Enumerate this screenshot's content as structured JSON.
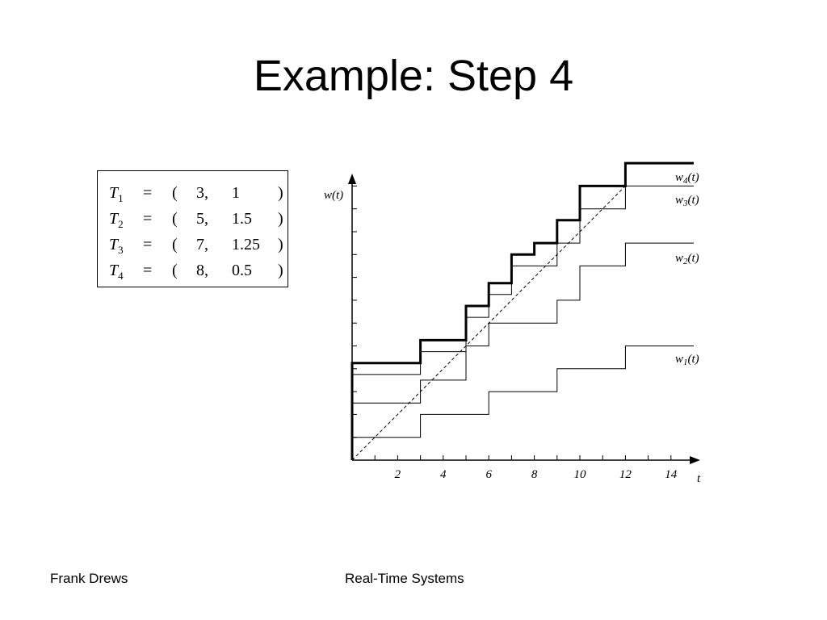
{
  "slide": {
    "title": "Example: Step 4"
  },
  "tasks": [
    {
      "name": "T",
      "index": "1",
      "eq": "=",
      "open": "(",
      "period": "3,",
      "exec": "1",
      "close": ")"
    },
    {
      "name": "T",
      "index": "2",
      "eq": "=",
      "open": "(",
      "period": "5,",
      "exec": "1.5",
      "close": ")"
    },
    {
      "name": "T",
      "index": "3",
      "eq": "=",
      "open": "(",
      "period": "7,",
      "exec": "1.25",
      "close": ")"
    },
    {
      "name": "T",
      "index": "4",
      "eq": "=",
      "open": "(",
      "period": "8,",
      "exec": "0.5",
      "close": ")"
    }
  ],
  "chart_data": {
    "type": "line",
    "xlabel": "t",
    "ylabel": "w(t)",
    "xlim": [
      0,
      15
    ],
    "ylim": [
      0,
      12.5
    ],
    "x_ticks": [
      2,
      4,
      6,
      8,
      10,
      12,
      14
    ],
    "grid": false,
    "series": [
      {
        "name": "w1(t)",
        "label_main": "w",
        "label_sub": "1",
        "label_tail": "(t)",
        "style": "thin",
        "points": [
          [
            0,
            1
          ],
          [
            3,
            1
          ],
          [
            3,
            2
          ],
          [
            6,
            2
          ],
          [
            6,
            3
          ],
          [
            9,
            3
          ],
          [
            9,
            4
          ],
          [
            12,
            4
          ],
          [
            12,
            5
          ],
          [
            15,
            5
          ]
        ]
      },
      {
        "name": "w2(t)",
        "label_main": "w",
        "label_sub": "2",
        "label_tail": "(t)",
        "style": "thin",
        "points": [
          [
            0,
            2.5
          ],
          [
            3,
            2.5
          ],
          [
            3,
            3.5
          ],
          [
            5,
            3.5
          ],
          [
            5,
            5
          ],
          [
            6,
            5
          ],
          [
            6,
            6
          ],
          [
            9,
            6
          ],
          [
            9,
            7
          ],
          [
            10,
            7
          ],
          [
            10,
            8.5
          ],
          [
            12,
            8.5
          ],
          [
            12,
            9.5
          ],
          [
            15,
            9.5
          ]
        ]
      },
      {
        "name": "w3(t)",
        "label_main": "w",
        "label_sub": "3",
        "label_tail": "(t)",
        "style": "thin",
        "points": [
          [
            0,
            3.75
          ],
          [
            3,
            3.75
          ],
          [
            3,
            4.75
          ],
          [
            5,
            4.75
          ],
          [
            5,
            6.25
          ],
          [
            6,
            6.25
          ],
          [
            6,
            7.25
          ],
          [
            7,
            7.25
          ],
          [
            7,
            8.5
          ],
          [
            9,
            8.5
          ],
          [
            9,
            9.5
          ],
          [
            10,
            9.5
          ],
          [
            10,
            11
          ],
          [
            12,
            11
          ],
          [
            12,
            12
          ],
          [
            15,
            12
          ]
        ]
      },
      {
        "name": "w4(t)",
        "label_main": "w",
        "label_sub": "4",
        "label_tail": "(t)",
        "style": "bold",
        "points": [
          [
            0,
            0
          ],
          [
            0,
            4.25
          ],
          [
            3,
            4.25
          ],
          [
            3,
            5.25
          ],
          [
            5,
            5.25
          ],
          [
            5,
            6.75
          ],
          [
            6,
            6.75
          ],
          [
            6,
            7.75
          ],
          [
            7,
            7.75
          ],
          [
            7,
            9
          ],
          [
            8,
            9
          ],
          [
            8,
            9.5
          ],
          [
            9,
            9.5
          ],
          [
            9,
            10.5
          ],
          [
            10,
            10.5
          ],
          [
            10,
            12
          ],
          [
            12,
            12
          ],
          [
            12,
            13
          ],
          [
            15,
            13
          ]
        ]
      },
      {
        "name": "w(t)=t",
        "style": "dashed",
        "points": [
          [
            0,
            0
          ],
          [
            12,
            12
          ]
        ]
      }
    ]
  },
  "footer": {
    "author": "Frank Drews",
    "course": "Real-Time Systems"
  }
}
